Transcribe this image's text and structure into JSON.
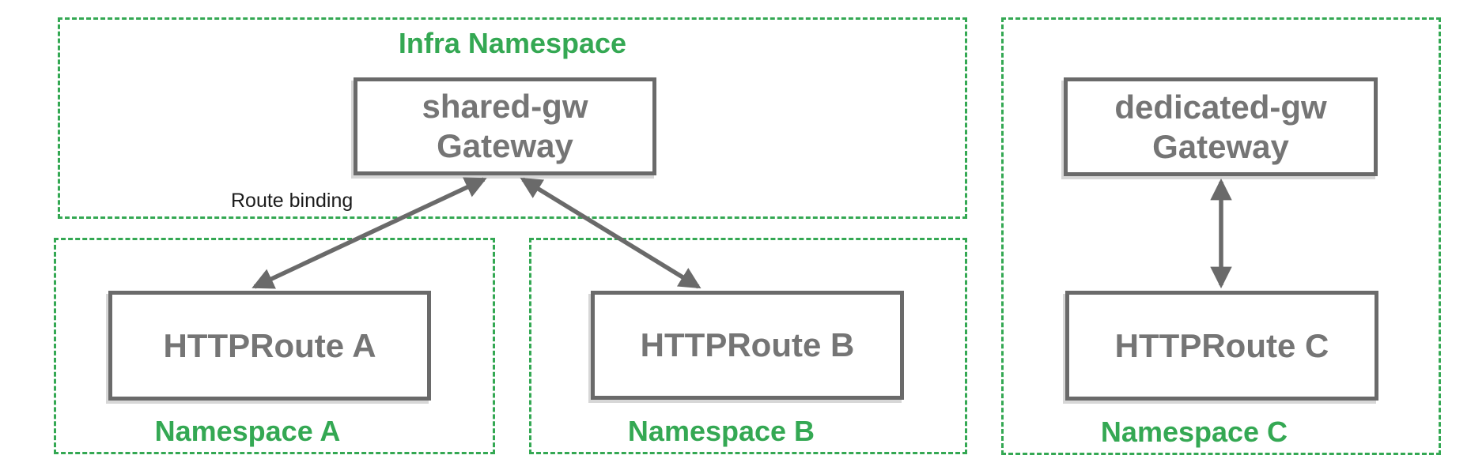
{
  "colors": {
    "namespace_green": "#34a853",
    "node_border_gray": "#6a6a6a",
    "node_text_gray": "#757575",
    "arrow_gray": "#6a6a6a",
    "edge_label_black": "#1b1b1b",
    "background": "#ffffff"
  },
  "namespaces": [
    {
      "id": "infra-namespace",
      "label": "Infra Namespace",
      "label_position": "top"
    },
    {
      "id": "namespace-a",
      "label": "Namespace A",
      "label_position": "bottom"
    },
    {
      "id": "namespace-b",
      "label": "Namespace B",
      "label_position": "bottom"
    },
    {
      "id": "namespace-c",
      "label": "Namespace C",
      "label_position": "bottom"
    }
  ],
  "nodes": [
    {
      "id": "shared-gw",
      "label": "shared-gw\nGateway",
      "namespace": "Infra Namespace"
    },
    {
      "id": "dedicated-gw",
      "label": "dedicated-gw\nGateway",
      "namespace": "Namespace C"
    },
    {
      "id": "httproute-a",
      "label": "HTTPRoute A",
      "namespace": "Namespace A"
    },
    {
      "id": "httproute-b",
      "label": "HTTPRoute B",
      "namespace": "Namespace B"
    },
    {
      "id": "httproute-c",
      "label": "HTTPRoute C",
      "namespace": "Namespace C"
    }
  ],
  "edges": [
    {
      "from": "httproute-a",
      "to": "shared-gw",
      "style": "bidirectional-arrow"
    },
    {
      "from": "httproute-b",
      "to": "shared-gw",
      "style": "bidirectional-arrow"
    },
    {
      "from": "httproute-c",
      "to": "dedicated-gw",
      "style": "bidirectional-arrow"
    }
  ],
  "edge_label": "Route binding"
}
